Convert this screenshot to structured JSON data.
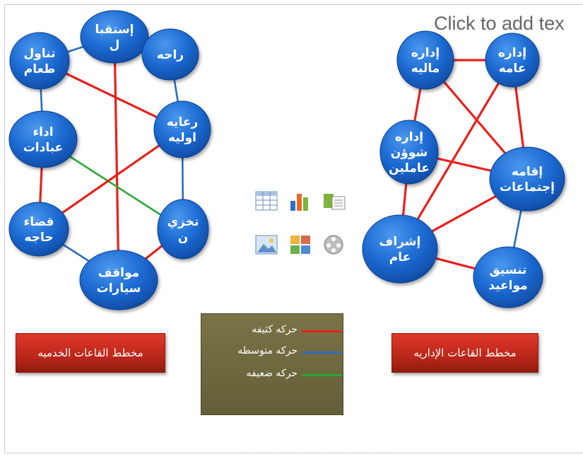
{
  "placeholder": "Click to add tex",
  "left_diagram": {
    "caption": "مخطط القاعات الخدميه",
    "nodes": [
      {
        "id": "reception",
        "lines": [
          "إستقبا",
          "ل"
        ]
      },
      {
        "id": "eating",
        "lines": [
          "تناول",
          "طعام"
        ]
      },
      {
        "id": "rest",
        "lines": [
          "راحه"
        ]
      },
      {
        "id": "worship",
        "lines": [
          "اداء",
          "عبادات"
        ]
      },
      {
        "id": "firstaid",
        "lines": [
          "رعايه",
          "اوليه"
        ]
      },
      {
        "id": "toilet",
        "lines": [
          "قضاء",
          "حاجه"
        ]
      },
      {
        "id": "storage",
        "lines": [
          "تخزي",
          "ن"
        ]
      },
      {
        "id": "parking",
        "lines": [
          "مواقف",
          "سيارات"
        ]
      }
    ],
    "edges": [
      {
        "a": "reception",
        "b": "rest",
        "level": "weak"
      },
      {
        "a": "reception",
        "b": "eating",
        "level": "medium"
      },
      {
        "a": "reception",
        "b": "parking",
        "level": "strong"
      },
      {
        "a": "eating",
        "b": "worship",
        "level": "medium"
      },
      {
        "a": "eating",
        "b": "firstaid",
        "level": "strong"
      },
      {
        "a": "rest",
        "b": "firstaid",
        "level": "medium"
      },
      {
        "a": "worship",
        "b": "toilet",
        "level": "strong"
      },
      {
        "a": "worship",
        "b": "storage",
        "level": "weak"
      },
      {
        "a": "firstaid",
        "b": "toilet",
        "level": "strong"
      },
      {
        "a": "firstaid",
        "b": "storage",
        "level": "medium"
      },
      {
        "a": "toilet",
        "b": "parking",
        "level": "medium"
      },
      {
        "a": "storage",
        "b": "parking",
        "level": "strong"
      }
    ]
  },
  "right_diagram": {
    "caption": "مخطط القاعات الإداريه",
    "nodes": [
      {
        "id": "finance",
        "lines": [
          "إداره",
          "ماليه"
        ]
      },
      {
        "id": "general",
        "lines": [
          "إداره",
          "عامه"
        ]
      },
      {
        "id": "staff",
        "lines": [
          "إداره",
          "شوؤن",
          "عاملين"
        ]
      },
      {
        "id": "meetings",
        "lines": [
          "إقامه",
          "إجتماعات"
        ]
      },
      {
        "id": "supervision",
        "lines": [
          "إشراف",
          "عام"
        ]
      },
      {
        "id": "scheduling",
        "lines": [
          "تنسيق",
          "مواعيد"
        ]
      }
    ],
    "edges": [
      {
        "a": "finance",
        "b": "general",
        "level": "strong"
      },
      {
        "a": "finance",
        "b": "staff",
        "level": "strong"
      },
      {
        "a": "finance",
        "b": "meetings",
        "level": "strong"
      },
      {
        "a": "general",
        "b": "meetings",
        "level": "strong"
      },
      {
        "a": "general",
        "b": "supervision",
        "level": "strong"
      },
      {
        "a": "staff",
        "b": "meetings",
        "level": "strong"
      },
      {
        "a": "staff",
        "b": "supervision",
        "level": "strong"
      },
      {
        "a": "meetings",
        "b": "supervision",
        "level": "strong"
      },
      {
        "a": "meetings",
        "b": "scheduling",
        "level": "medium"
      },
      {
        "a": "supervision",
        "b": "scheduling",
        "level": "strong"
      }
    ]
  },
  "legend": {
    "items": [
      {
        "label": "حركه كثيفه",
        "level": "strong",
        "color": "#e8201c"
      },
      {
        "label": "حركه متوسطه",
        "level": "medium",
        "color": "#2a6db6"
      },
      {
        "label": "حركه ضعيفه",
        "level": "weak",
        "color": "#2aa836"
      }
    ]
  },
  "colors": {
    "node": "#1f6fd0",
    "strong": "#e8201c",
    "medium": "#2a6db6",
    "weak": "#2aa836"
  },
  "content_icons": [
    "table-icon",
    "chart-icon",
    "smartart-icon",
    "picture-icon",
    "clipart-icon",
    "media-icon"
  ]
}
